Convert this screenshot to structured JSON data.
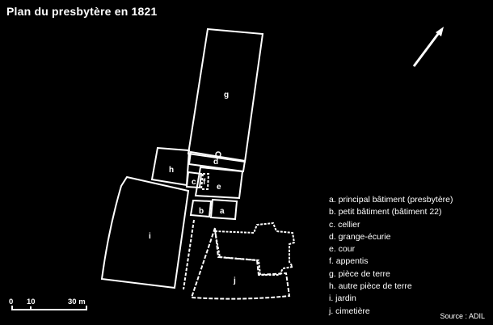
{
  "title": "Plan du presbytère en 1821",
  "plot_labels": {
    "g": "g",
    "d": "d",
    "h": "h",
    "c": "c",
    "f": "f",
    "e": "e",
    "b": "b",
    "a": "a",
    "i": "i",
    "j": "j"
  },
  "legend": [
    "a. principal bâtiment (presbytère)",
    "b. petit bâtiment (bâtiment 22)",
    "c. cellier",
    "d. grange-écurie",
    "e. cour",
    "f. appentis",
    "g. pièce de terre",
    "h. autre pièce de terre",
    "i. jardin",
    "j. cimetière"
  ],
  "scale": {
    "zero": "0",
    "ten": "10",
    "thirty": "30 m"
  },
  "north_arrow": "north-arrow-icon",
  "source": "Source : ADIL",
  "colors": {
    "background": "#000000",
    "lines": "#ffffff"
  }
}
